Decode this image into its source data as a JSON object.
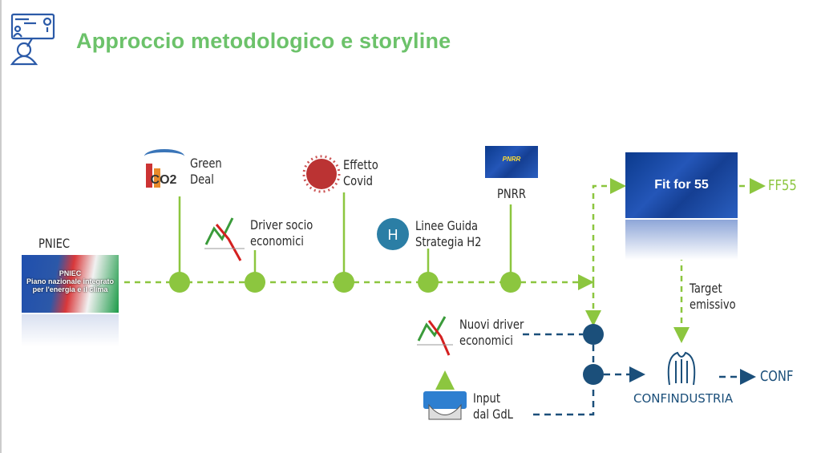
{
  "header": {
    "title": "Approccio metodologico e storyline",
    "icon": "presentation-person-icon"
  },
  "nodes": {
    "pniec": {
      "label": "PNIEC",
      "image_lines": [
        "PNIEC",
        "Piano nazionale integrato",
        "per l'energia e il clima"
      ]
    },
    "green_deal": {
      "label1": "Green",
      "label2": "Deal",
      "image_text": "CO2"
    },
    "driver_socio": {
      "label1": "Driver socio",
      "label2": "economici"
    },
    "covid": {
      "label1": "Effetto",
      "label2": "Covid"
    },
    "linee_guida": {
      "label1": "Linee Guida",
      "label2": "Strategia H2",
      "icon_text": "H"
    },
    "pnrr": {
      "label": "PNRR",
      "image_text": "PNRR"
    },
    "fit55": {
      "label": "Fit for 55",
      "output": "FF55"
    },
    "target": {
      "label1": "Target",
      "label2": "emissivo"
    },
    "nuovi_driver": {
      "label1": "Nuovi driver",
      "label2": "economici"
    },
    "input_gdl": {
      "label1": "Input",
      "label2": "dal GdL"
    },
    "confindustria": {
      "label": "CONFINDUSTRIA",
      "output": "CONF"
    }
  },
  "colors": {
    "green": "#8cc63f",
    "title_green": "#6cc26a",
    "dark_blue": "#1b4f7a",
    "flag_blue": "#1f4fae"
  }
}
